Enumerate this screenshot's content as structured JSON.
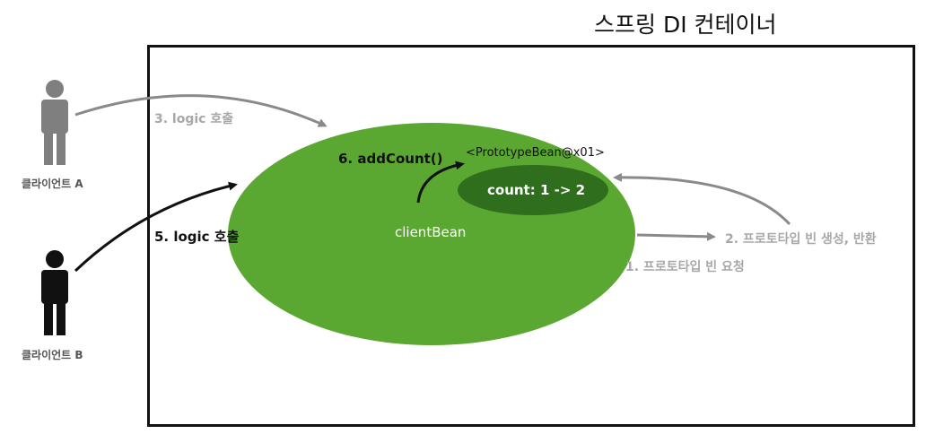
{
  "title": "스프링 DI 컨테이너",
  "clients": {
    "a": {
      "label": "클라이언트 A",
      "color": "#7f7f7f"
    },
    "b": {
      "label": "클라이언트 B",
      "color": "#111111"
    }
  },
  "steps": {
    "step1": "1. 프로토타입 빈 요청",
    "step2": "2. 프로토타입 빈 생성, 반환",
    "step3": "3. logic 호출",
    "step5": "5. logic 호출",
    "step6": "6. addCount()"
  },
  "client_bean": {
    "label": "clientBean",
    "color": "#5aa832"
  },
  "prototype_bean": {
    "title": "<PrototypeBean@x01>",
    "count_text": "count: 1 -> 2",
    "color": "#2e6e1c"
  }
}
